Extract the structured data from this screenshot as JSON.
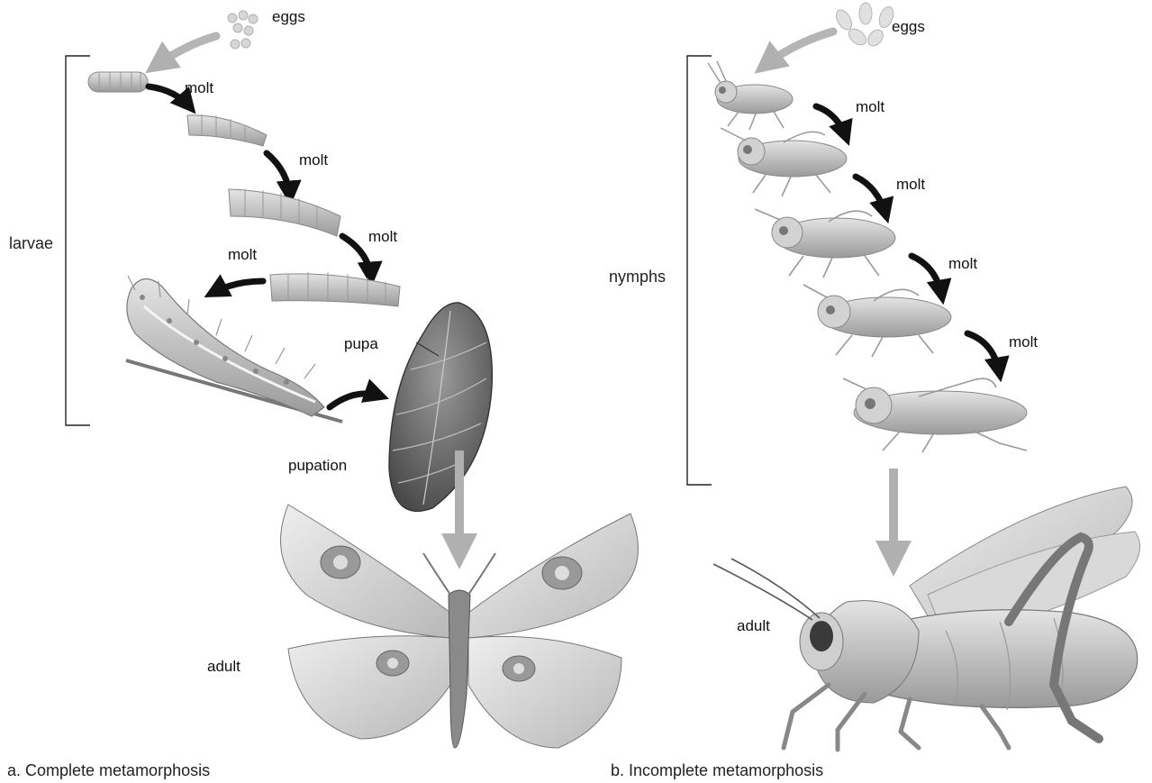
{
  "panels": {
    "complete": {
      "caption": "a. Complete metamorphosis",
      "eggs": "eggs",
      "larvae": "larvae",
      "molt_1": "molt",
      "molt_2": "molt",
      "molt_3": "molt",
      "molt_4": "molt",
      "pupa": "pupa",
      "pupation": "pupation",
      "adult": "adult"
    },
    "incomplete": {
      "caption": "b. Incomplete metamorphosis",
      "eggs": "eggs",
      "nymphs": "nymphs",
      "molt_1": "molt",
      "molt_2": "molt",
      "molt_3": "molt",
      "molt_4": "molt",
      "adult": "adult"
    }
  },
  "colors": {
    "line": "#222222",
    "arrow_dark": "#111111",
    "arrow_light": "#b5b5b5",
    "body_light": "#cfcfcf",
    "body_mid": "#a9a9a9",
    "body_dark": "#6e6e6e"
  }
}
